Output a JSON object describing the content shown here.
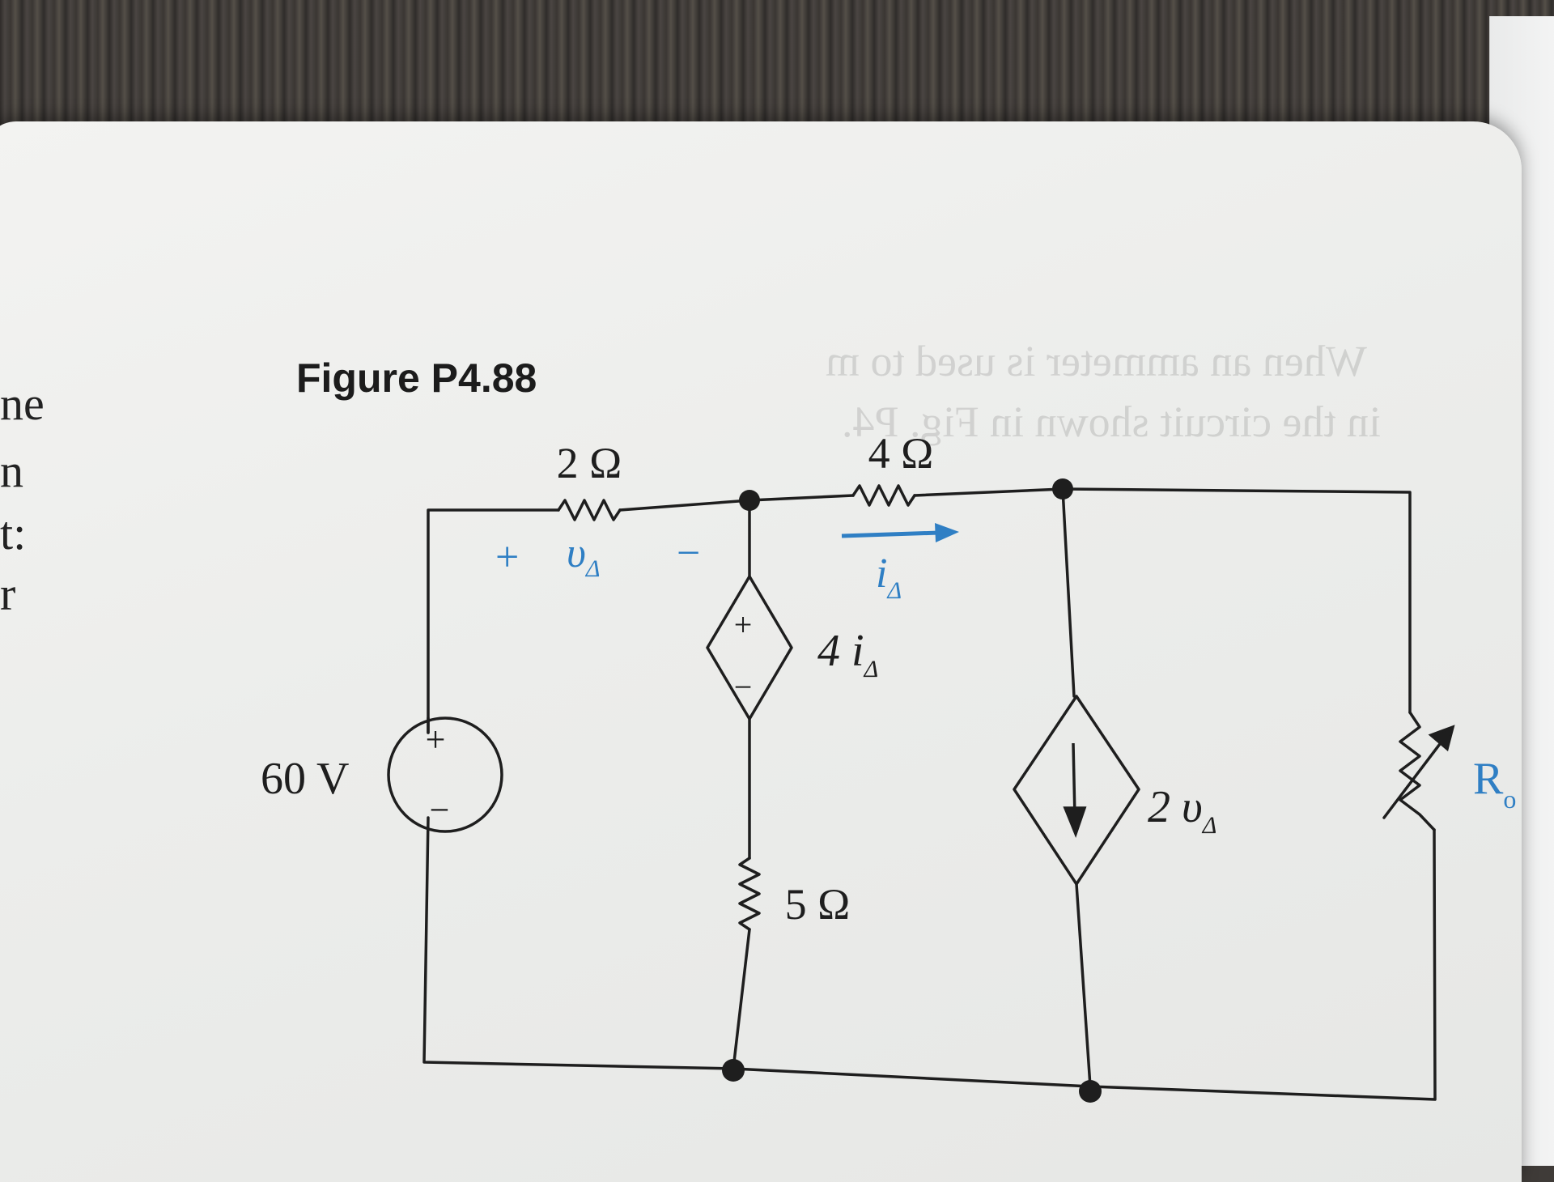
{
  "figure": {
    "title": "Figure P4.88"
  },
  "margin_fragments": [
    "ne",
    "n",
    "t:",
    "r"
  ],
  "components": {
    "r1": {
      "value": "2 Ω"
    },
    "r2": {
      "value": "4 Ω"
    },
    "r3": {
      "value": "5 Ω"
    },
    "source": {
      "value": "60 V",
      "plus": "+",
      "minus": "−"
    },
    "dep_voltage_source": {
      "expression": "4 i",
      "subscript": "Δ",
      "plus": "+",
      "minus": "−"
    },
    "dep_current_source": {
      "expression": "2 υ",
      "subscript": "Δ"
    },
    "variable_resistor": {
      "label": "R",
      "subscript": "o"
    }
  },
  "annotations": {
    "v_delta": {
      "plus": "+",
      "symbol": "υ",
      "subscript": "Δ",
      "minus": "−"
    },
    "i_delta": {
      "symbol": "i",
      "subscript": "Δ"
    }
  },
  "colors": {
    "ink": "#1e1e1e",
    "accent_blue": "#2f7fc4",
    "paper": "#eeeeec"
  }
}
